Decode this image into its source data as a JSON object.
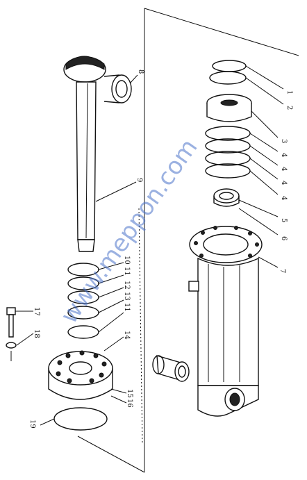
{
  "diagram": {
    "watermark": "www.meppon.com",
    "callouts": [
      {
        "id": "c1",
        "label": "1"
      },
      {
        "id": "c2",
        "label": "2"
      },
      {
        "id": "c3",
        "label": "3"
      },
      {
        "id": "c4a",
        "label": "4"
      },
      {
        "id": "c4b",
        "label": "4"
      },
      {
        "id": "c4c",
        "label": "4"
      },
      {
        "id": "c4d",
        "label": "4"
      },
      {
        "id": "c5",
        "label": "5"
      },
      {
        "id": "c6",
        "label": "6"
      },
      {
        "id": "c7",
        "label": "7"
      },
      {
        "id": "c8",
        "label": "8"
      },
      {
        "id": "c9",
        "label": "9"
      },
      {
        "id": "c10",
        "label": "10"
      },
      {
        "id": "c11a",
        "label": "11"
      },
      {
        "id": "c12",
        "label": "12"
      },
      {
        "id": "c13",
        "label": "13"
      },
      {
        "id": "c11b",
        "label": "11"
      },
      {
        "id": "c14",
        "label": "14"
      },
      {
        "id": "c15",
        "label": "15"
      },
      {
        "id": "c16",
        "label": "16"
      },
      {
        "id": "c17",
        "label": "17"
      },
      {
        "id": "c18",
        "label": "18"
      },
      {
        "id": "c19",
        "label": "19"
      }
    ]
  }
}
